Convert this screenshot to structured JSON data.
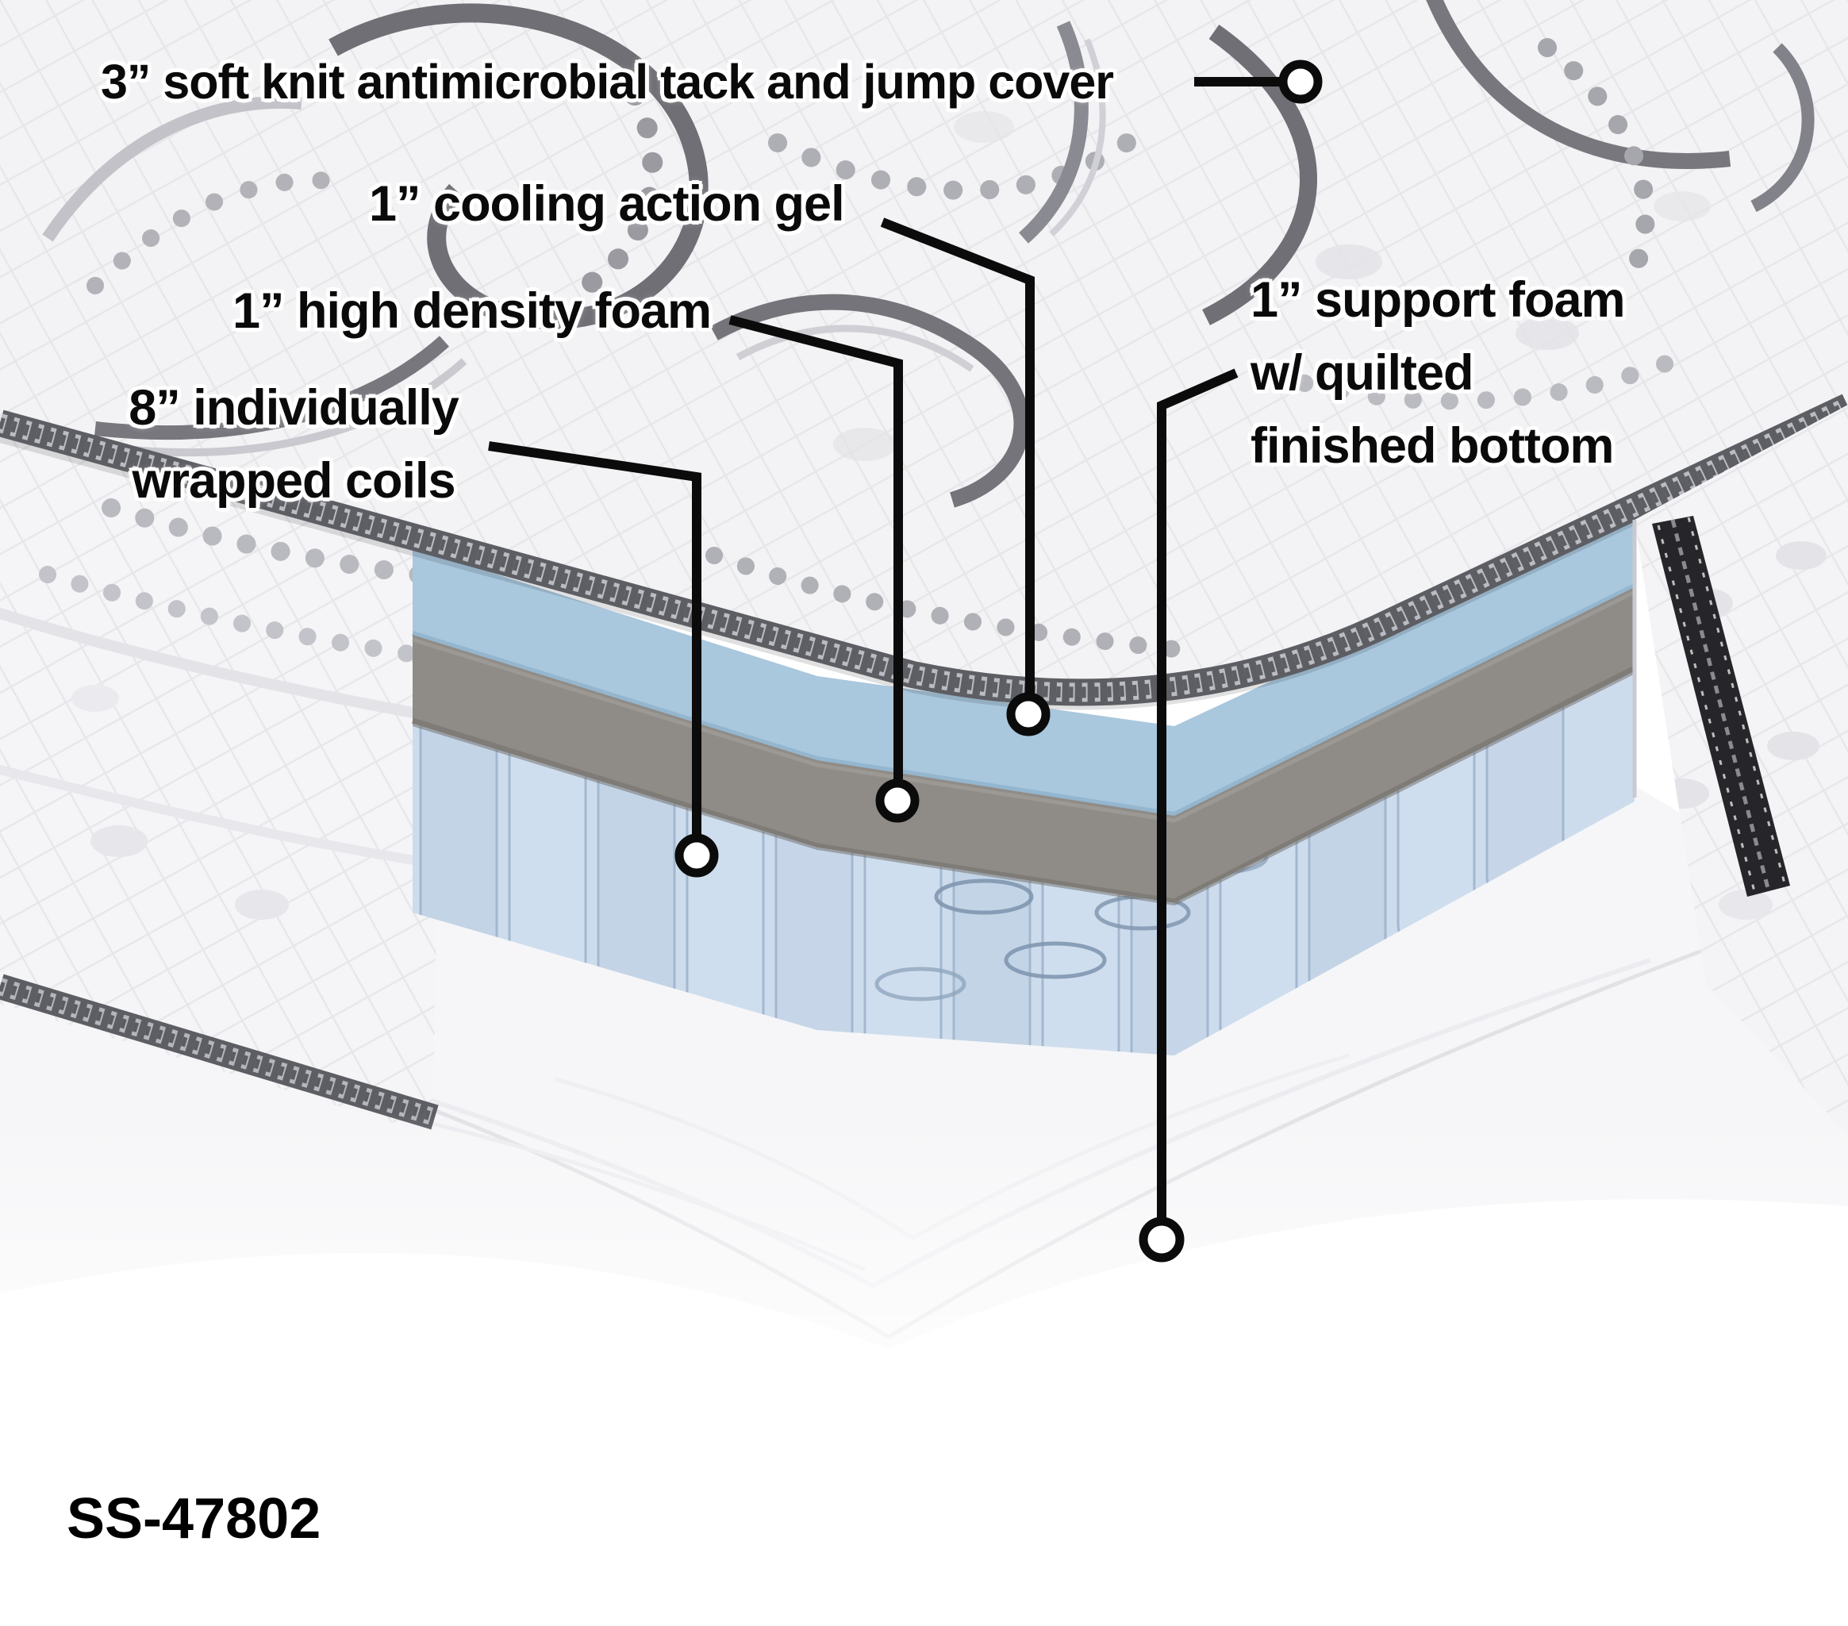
{
  "diagram": {
    "model_number": "SS-47802",
    "callouts": {
      "cover": {
        "lines": [
          "3” soft knit antimicrobial tack and jump cover"
        ]
      },
      "cooling_gel": {
        "lines": [
          "1” cooling action gel"
        ]
      },
      "density_foam": {
        "lines": [
          "1” high density foam"
        ]
      },
      "coils": {
        "lines": [
          "8” individually",
          "wrapped coils"
        ]
      },
      "support_foam": {
        "lines": [
          "1” support foam",
          "w/ quilted",
          "finished bottom"
        ]
      }
    },
    "colors": {
      "callout_line": "#0b0b0b",
      "label_text": "#0a0a0a",
      "label_halo": "#ffffff",
      "gel_layer": "#a9c7dd",
      "foam_layer": "#8f8c88",
      "coil_fabric": "#cddcec",
      "binding_tape": "#5d5e63",
      "top_fabric": "#f3f3f5",
      "side_fabric": "#f5f5f7",
      "zipper": "#26262a"
    }
  }
}
